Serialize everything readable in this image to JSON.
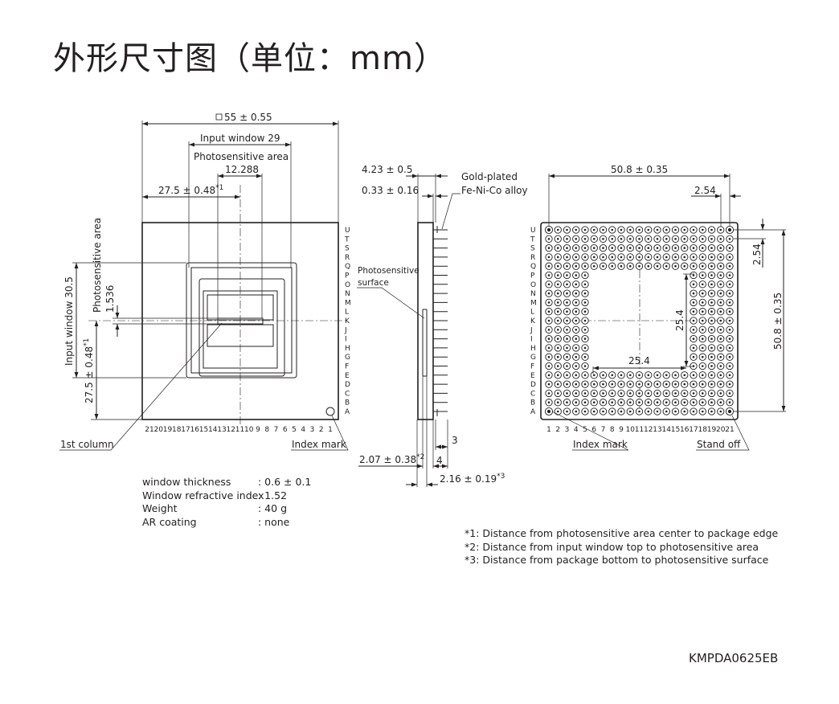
{
  "title": "外形尺寸图（单位：mm）",
  "top_view": {
    "dim_package": "55 ± 0.55",
    "dim_input_window_w": "Input window 29",
    "photosensitive_area_label": "Photosensitive area",
    "dim_photosensitive_w": "12.288",
    "dim_center_x": "27.5 ± 0.48",
    "dim_center_x_ref": "*1",
    "dim_input_window_h": "Input window 30.5",
    "dim_photosensitive_h_label": "Photosensitive area",
    "dim_photosensitive_h": "1.536",
    "dim_center_y": "27.5 ± 0.48",
    "dim_center_y_ref": "*1",
    "row_letters": [
      "U",
      "T",
      "S",
      "R",
      "Q",
      "P",
      "O",
      "N",
      "M",
      "L",
      "K",
      "J",
      "I",
      "H",
      "G",
      "F",
      "E",
      "D",
      "C",
      "B",
      "A"
    ],
    "column_numbers": [
      "21",
      "20",
      "19",
      "18",
      "17",
      "16",
      "15",
      "14",
      "13",
      "12",
      "11",
      "10",
      "9",
      "8",
      "7",
      "6",
      "5",
      "4",
      "3",
      "2",
      "1"
    ],
    "label_first_column": "1st column",
    "label_index_mark": "Index mark"
  },
  "side_view": {
    "dim_total_thickness": "4.23 ± 0.5",
    "dim_window_offset": "0.33 ± 0.16",
    "label_pin_material_1": "Gold-plated",
    "label_pin_material_2": "Fe-Ni-Co alloy",
    "label_surface_1": "Photosensitive",
    "label_surface_2": "surface",
    "dim_pin_len_a": "3",
    "dim_window_to_area": "2.07 ± 0.38",
    "dim_window_to_area_ref": "*2",
    "dim_pin_len_b": "4",
    "dim_bottom_to_surface": "2.16 ± 0.19",
    "dim_bottom_to_surface_ref": "*3"
  },
  "bottom_view": {
    "dim_grid_w": "50.8 ± 0.35",
    "dim_pitch_x": "2.54",
    "dim_pitch_y": "2.54",
    "dim_grid_h": "50.8 ± 0.35",
    "dim_void_h": "25.4",
    "dim_void_w": "25.4",
    "row_letters": [
      "U",
      "T",
      "S",
      "R",
      "Q",
      "P",
      "O",
      "N",
      "M",
      "L",
      "K",
      "J",
      "I",
      "H",
      "G",
      "F",
      "E",
      "D",
      "C",
      "B",
      "A"
    ],
    "column_numbers": [
      "1",
      "2",
      "3",
      "4",
      "5",
      "6",
      "7",
      "8",
      "9",
      "10",
      "11",
      "12",
      "13",
      "14",
      "15",
      "16",
      "17",
      "18",
      "19",
      "20",
      "21"
    ],
    "label_index_mark": "Index mark",
    "label_stand_off": "Stand off"
  },
  "specs": [
    {
      "key": "window thickness",
      "value": ": 0.6 ± 0.1"
    },
    {
      "key": "Window refractive index",
      "value": ": 1.52"
    },
    {
      "key": "Weight",
      "value": ": 40 g"
    },
    {
      "key": "AR coating",
      "value": ": none"
    }
  ],
  "notes": [
    "*1: Distance from photosensitive area center to package edge",
    "*2: Distance from input window top to photosensitive area",
    "*3: Distance from package bottom to photosensitive surface"
  ],
  "drawing_code": "KMPDA0625EB"
}
